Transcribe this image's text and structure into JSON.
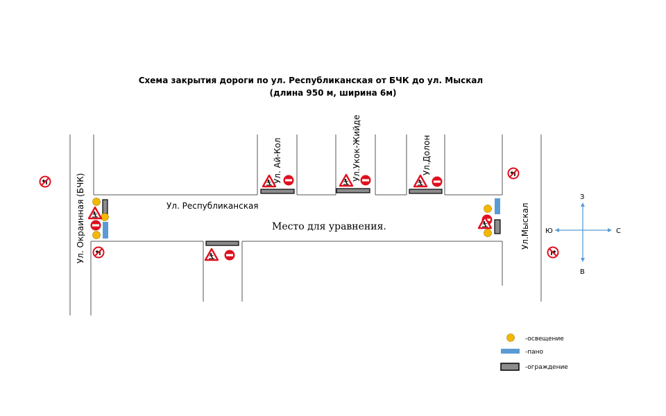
{
  "title": {
    "line1": "Схема закрытия дороги по ул. Республиканская от БЧК до ул. Мыскал",
    "line2": "(длина 950 м, ширина 6м)"
  },
  "streets": {
    "main": "Ул. Республиканская",
    "okrainnaya": "Ул. Окраинная (БЧК)",
    "ai_kol": "Ул. Ай-Кол",
    "ukok_jiide": "Ул.Укок-Жийде",
    "dolon": "Ул.Долон",
    "myskal": "Ул.Мыскал"
  },
  "work_zone": "Место для уравнения.",
  "compass": {
    "north": "З",
    "south": "В",
    "west": "Ю",
    "east": "С"
  },
  "legend": {
    "lighting": "-освещение",
    "panel": "-пано",
    "fence": "-ограждение"
  },
  "colors": {
    "lighting": "#f5b800",
    "panel": "#5b9bd5",
    "fence": "#8c8c8c",
    "sign_red": "#e0101e",
    "compass": "#5b9bd5"
  },
  "icons": {
    "no_entry": "no-entry-sign",
    "roadwork": "roadwork-warning-sign",
    "no_turn": "no-turn-sign",
    "lamp": "lamp-icon"
  }
}
